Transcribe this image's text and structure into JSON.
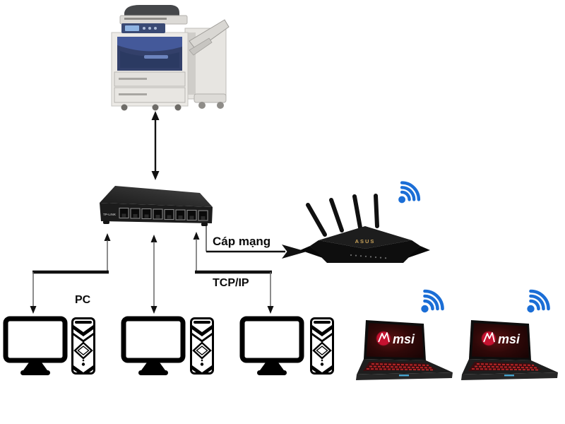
{
  "labels": {
    "cable": "Cáp mạng",
    "protocol": "TCP/IP",
    "pc": "PC"
  },
  "devices": {
    "printer": {
      "type": "multifunction-copier-printer"
    },
    "switch": {
      "type": "ethernet-switch",
      "brand": "TP-LINK",
      "port_count": 8
    },
    "router": {
      "type": "wireless-router",
      "brand": "ASUS",
      "antenna_count": 4
    },
    "desktops": [
      {
        "type": "desktop-pc"
      },
      {
        "type": "desktop-pc"
      },
      {
        "type": "desktop-pc"
      }
    ],
    "laptops": [
      {
        "type": "laptop",
        "brand": "msi"
      },
      {
        "type": "laptop",
        "brand": "msi"
      }
    ]
  },
  "icons": {
    "wifi": "wifi-signal-icon"
  },
  "connections": [
    {
      "from": "printer",
      "to": "switch",
      "style": "bidirectional-arrow"
    },
    {
      "from": "switch",
      "to": "desktop-1",
      "style": "bidirectional-arrow"
    },
    {
      "from": "switch",
      "to": "desktop-2",
      "style": "bidirectional-arrow"
    },
    {
      "from": "switch",
      "to": "desktop-3",
      "style": "bidirectional-arrow",
      "label": "TCP/IP"
    },
    {
      "from": "switch",
      "to": "router",
      "style": "elbow-arrow",
      "label": "Cáp mạng"
    }
  ],
  "colors": {
    "background": "#ffffff",
    "arrow_black": "#111111",
    "arrow_gray": "#666666",
    "wifi_blue": "#1b6ed6",
    "msi_red": "#c41230",
    "printer_panel_blue": "#33406a",
    "switch_body": "#1e1e1e",
    "router_body": "#121212",
    "asus_gold": "#c9a35a"
  }
}
